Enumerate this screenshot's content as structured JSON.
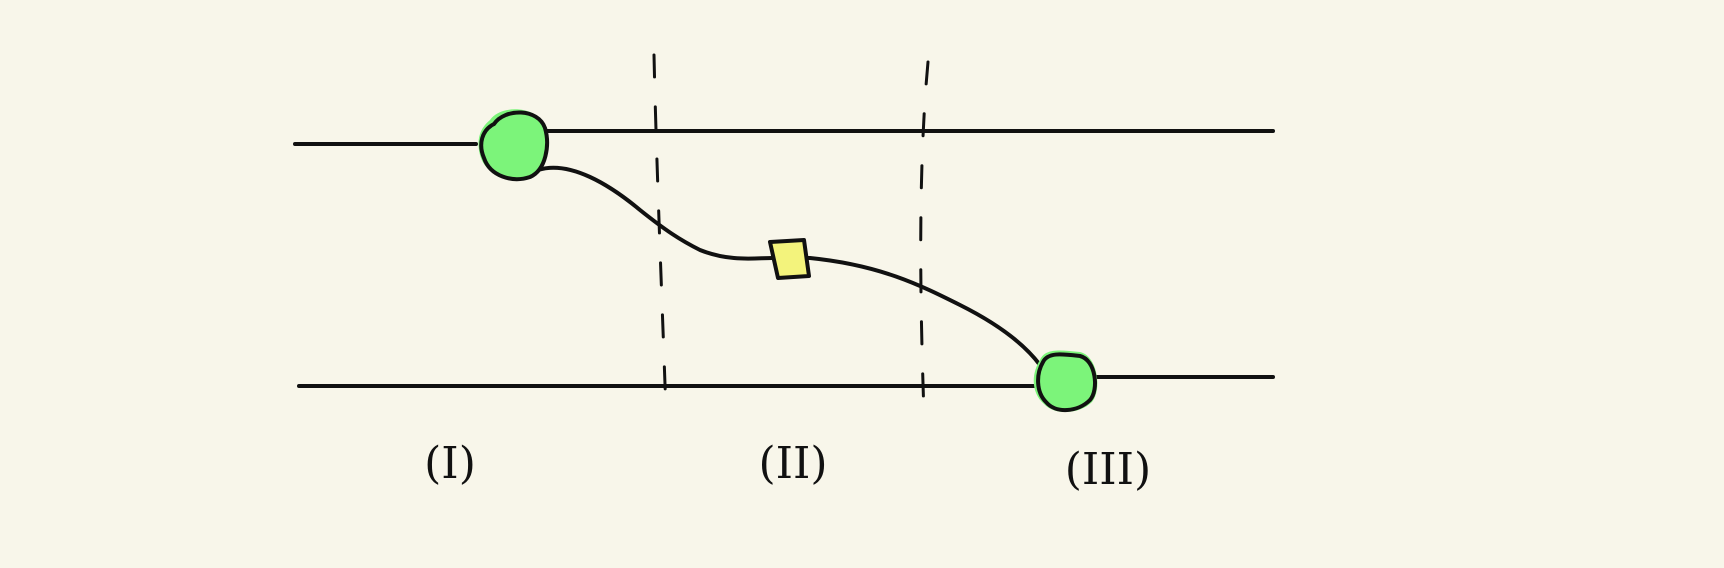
{
  "labels": {
    "region_1": "(I)",
    "region_2": "(II)",
    "region_3": "(III)"
  },
  "colors": {
    "background": "#f8f6ea",
    "node_fill": "#7cf47a",
    "midpoint_fill": "#f3f37c",
    "ink": "#111111"
  }
}
